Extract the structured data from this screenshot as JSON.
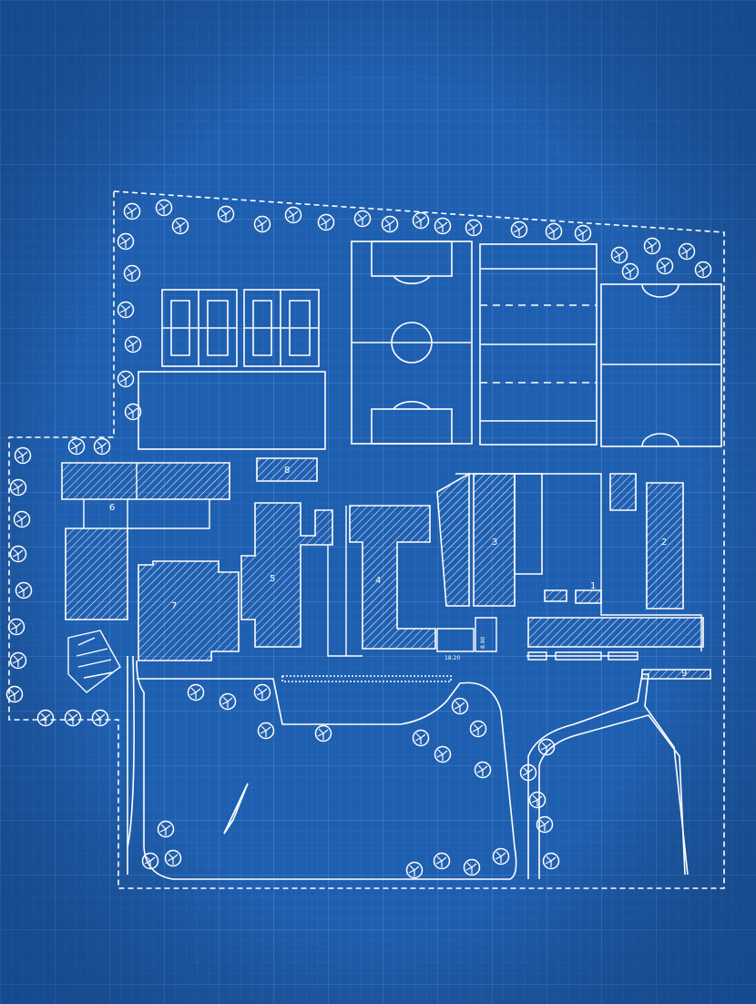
{
  "colors": {
    "paper": "#1f5fb0",
    "paper_dark": "#1a4f98",
    "grid_fine": "#3a78c4",
    "grid_major": "#4a86d0",
    "ink": "#ffffff"
  },
  "building_labels": [
    "1",
    "2",
    "3",
    "4",
    "5",
    "6",
    "7",
    "8",
    "9"
  ],
  "dimension_labels": [
    "18.20",
    "8.90"
  ],
  "icons": [
    "north-arrow-icon",
    "tree-icon"
  ]
}
